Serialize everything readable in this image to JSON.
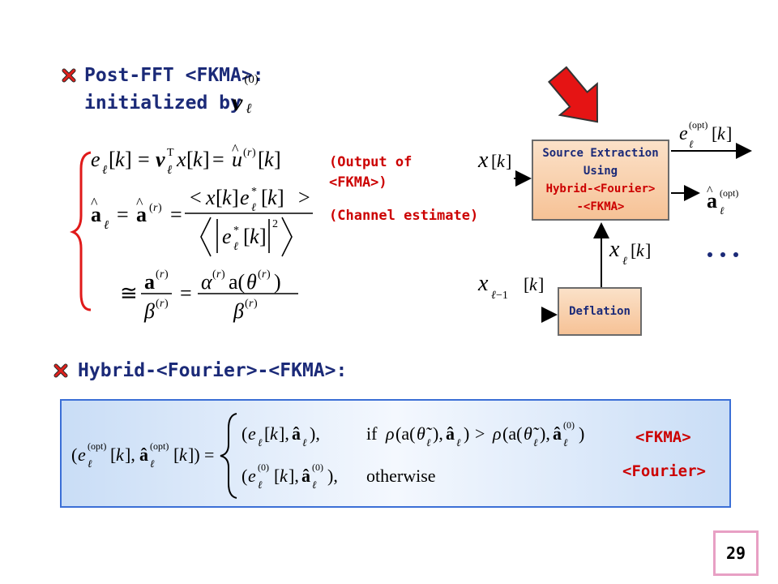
{
  "section1": {
    "heading_line1": "Post-FFT <FKMA>:",
    "heading_line2": "initialized by",
    "init_var": "v",
    "init_var_sub": "ℓ",
    "init_var_sup": "(0)"
  },
  "equations": {
    "eq1": "e_ℓ[k] = v_ℓᵀ x[k] = û⁽ʳ⁾[k]",
    "eq2": "â_ℓ = â⁽ʳ⁾ = ⟨x[k] e_ℓ*[k]⟩ / ⟨|e_ℓ*[k]|²⟩",
    "eq3": "≅ a⁽ʳ⁾/β⁽ʳ⁾ = α⁽ʳ⁾ a(θ⁽ʳ⁾)/β⁽ʳ⁾"
  },
  "annotations": {
    "output_of_line1": "(Output of",
    "output_of_line2": "<FKMA>)",
    "channel_estimate": "(Channel estimate)"
  },
  "diagram": {
    "block1_line1": "Source Extraction",
    "block1_line2": "Using",
    "block1_line3": "Hybrid-<Fourier>",
    "block1_line4": "-<FKMA>",
    "block2": "Deflation",
    "input_x": "x[k]",
    "input_x_l": "x_ℓ[k]",
    "input_x_lm1": "x_ℓ−1[k]",
    "output_e": "e_ℓ^(opt)[k]",
    "output_a": "â_ℓ^(opt)",
    "ellipsis": "...",
    "arrow_color": "#ee1111"
  },
  "section2": {
    "heading": "Hybrid-<Fourier>-<FKMA>:"
  },
  "formula_box": {
    "lhs": "(e_ℓ^(opt)[k], â_ℓ^(opt)[k]) =",
    "case1": "(e_ℓ[k], â_ℓ),",
    "case1_cond": "if ρ(a(θ̃_ℓ), â_ℓ) > ρ(a(θ̃_ℓ), â_ℓ^(0))",
    "case2": "(e_ℓ^(0)[k], â_ℓ^(0)),",
    "case2_cond": "otherwise",
    "label1": "<FKMA>",
    "label2": "<Fourier>"
  },
  "page_number": "29",
  "colors": {
    "heading": "#1b2a78",
    "red": "#cc0000",
    "box_border": "#3b6fd6",
    "page_border": "#e8a0c4"
  }
}
